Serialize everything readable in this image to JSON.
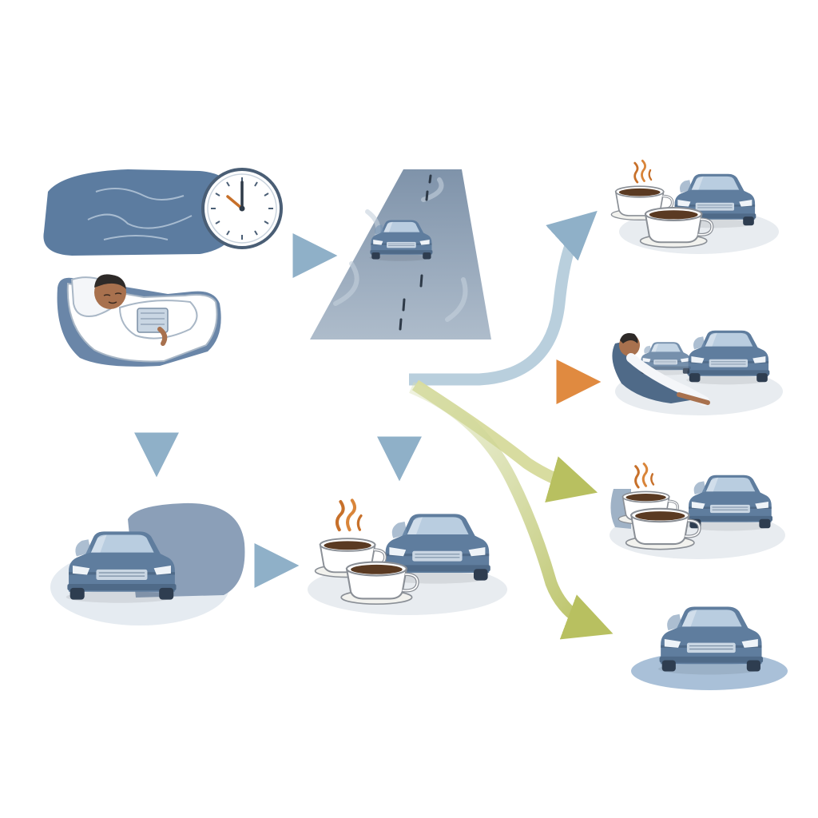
{
  "diagram": {
    "colors": {
      "car_body": "#5f7d9e",
      "car_dark": "#3f5670",
      "car_window": "#b9cde0",
      "navy_blob": "#5c7ca0",
      "road": "#9aabbf",
      "coffee": "#5a3a22",
      "steam": "#c7702a",
      "skin": "#a8714e",
      "arrow_blue": "#8fb0c8",
      "arrow_orange": "#e08a40",
      "arrow_olive": "#b8c060",
      "ground": "#e7ecf1"
    },
    "nodes": [
      {
        "id": "sleep",
        "icons": [
          "moon-blob",
          "clock-icon",
          "sleeping-person"
        ]
      },
      {
        "id": "highway",
        "icons": [
          "road",
          "car"
        ]
      },
      {
        "id": "parked-car",
        "icons": [
          "car",
          "shade-blob"
        ]
      },
      {
        "id": "coffee-break-center",
        "icons": [
          "coffee-cup",
          "car"
        ]
      },
      {
        "id": "coffee-and-car-top",
        "icons": [
          "coffee-cup",
          "car"
        ]
      },
      {
        "id": "nap-in-car",
        "icons": [
          "reclining-person",
          "car"
        ]
      },
      {
        "id": "coffee-and-car-middle",
        "icons": [
          "coffee-cup",
          "car"
        ]
      },
      {
        "id": "car-alone",
        "icons": [
          "car"
        ]
      }
    ],
    "arrows": [
      {
        "from": "sleep",
        "to": "highway",
        "color": "arrow_blue"
      },
      {
        "from": "sleep",
        "to": "parked-car",
        "color": "arrow_blue"
      },
      {
        "from": "parked-car",
        "to": "coffee-break-center",
        "color": "arrow_blue"
      },
      {
        "from": "highway",
        "to": "coffee-break-center",
        "color": "arrow_blue"
      },
      {
        "from": "highway",
        "to": "coffee-and-car-top",
        "color": "arrow_blue"
      },
      {
        "from": "highway",
        "to": "nap-in-car",
        "color": "arrow_orange"
      },
      {
        "from": "highway",
        "to": "coffee-and-car-middle",
        "color": "arrow_olive"
      },
      {
        "from": "highway",
        "to": "car-alone",
        "color": "arrow_olive"
      }
    ]
  }
}
